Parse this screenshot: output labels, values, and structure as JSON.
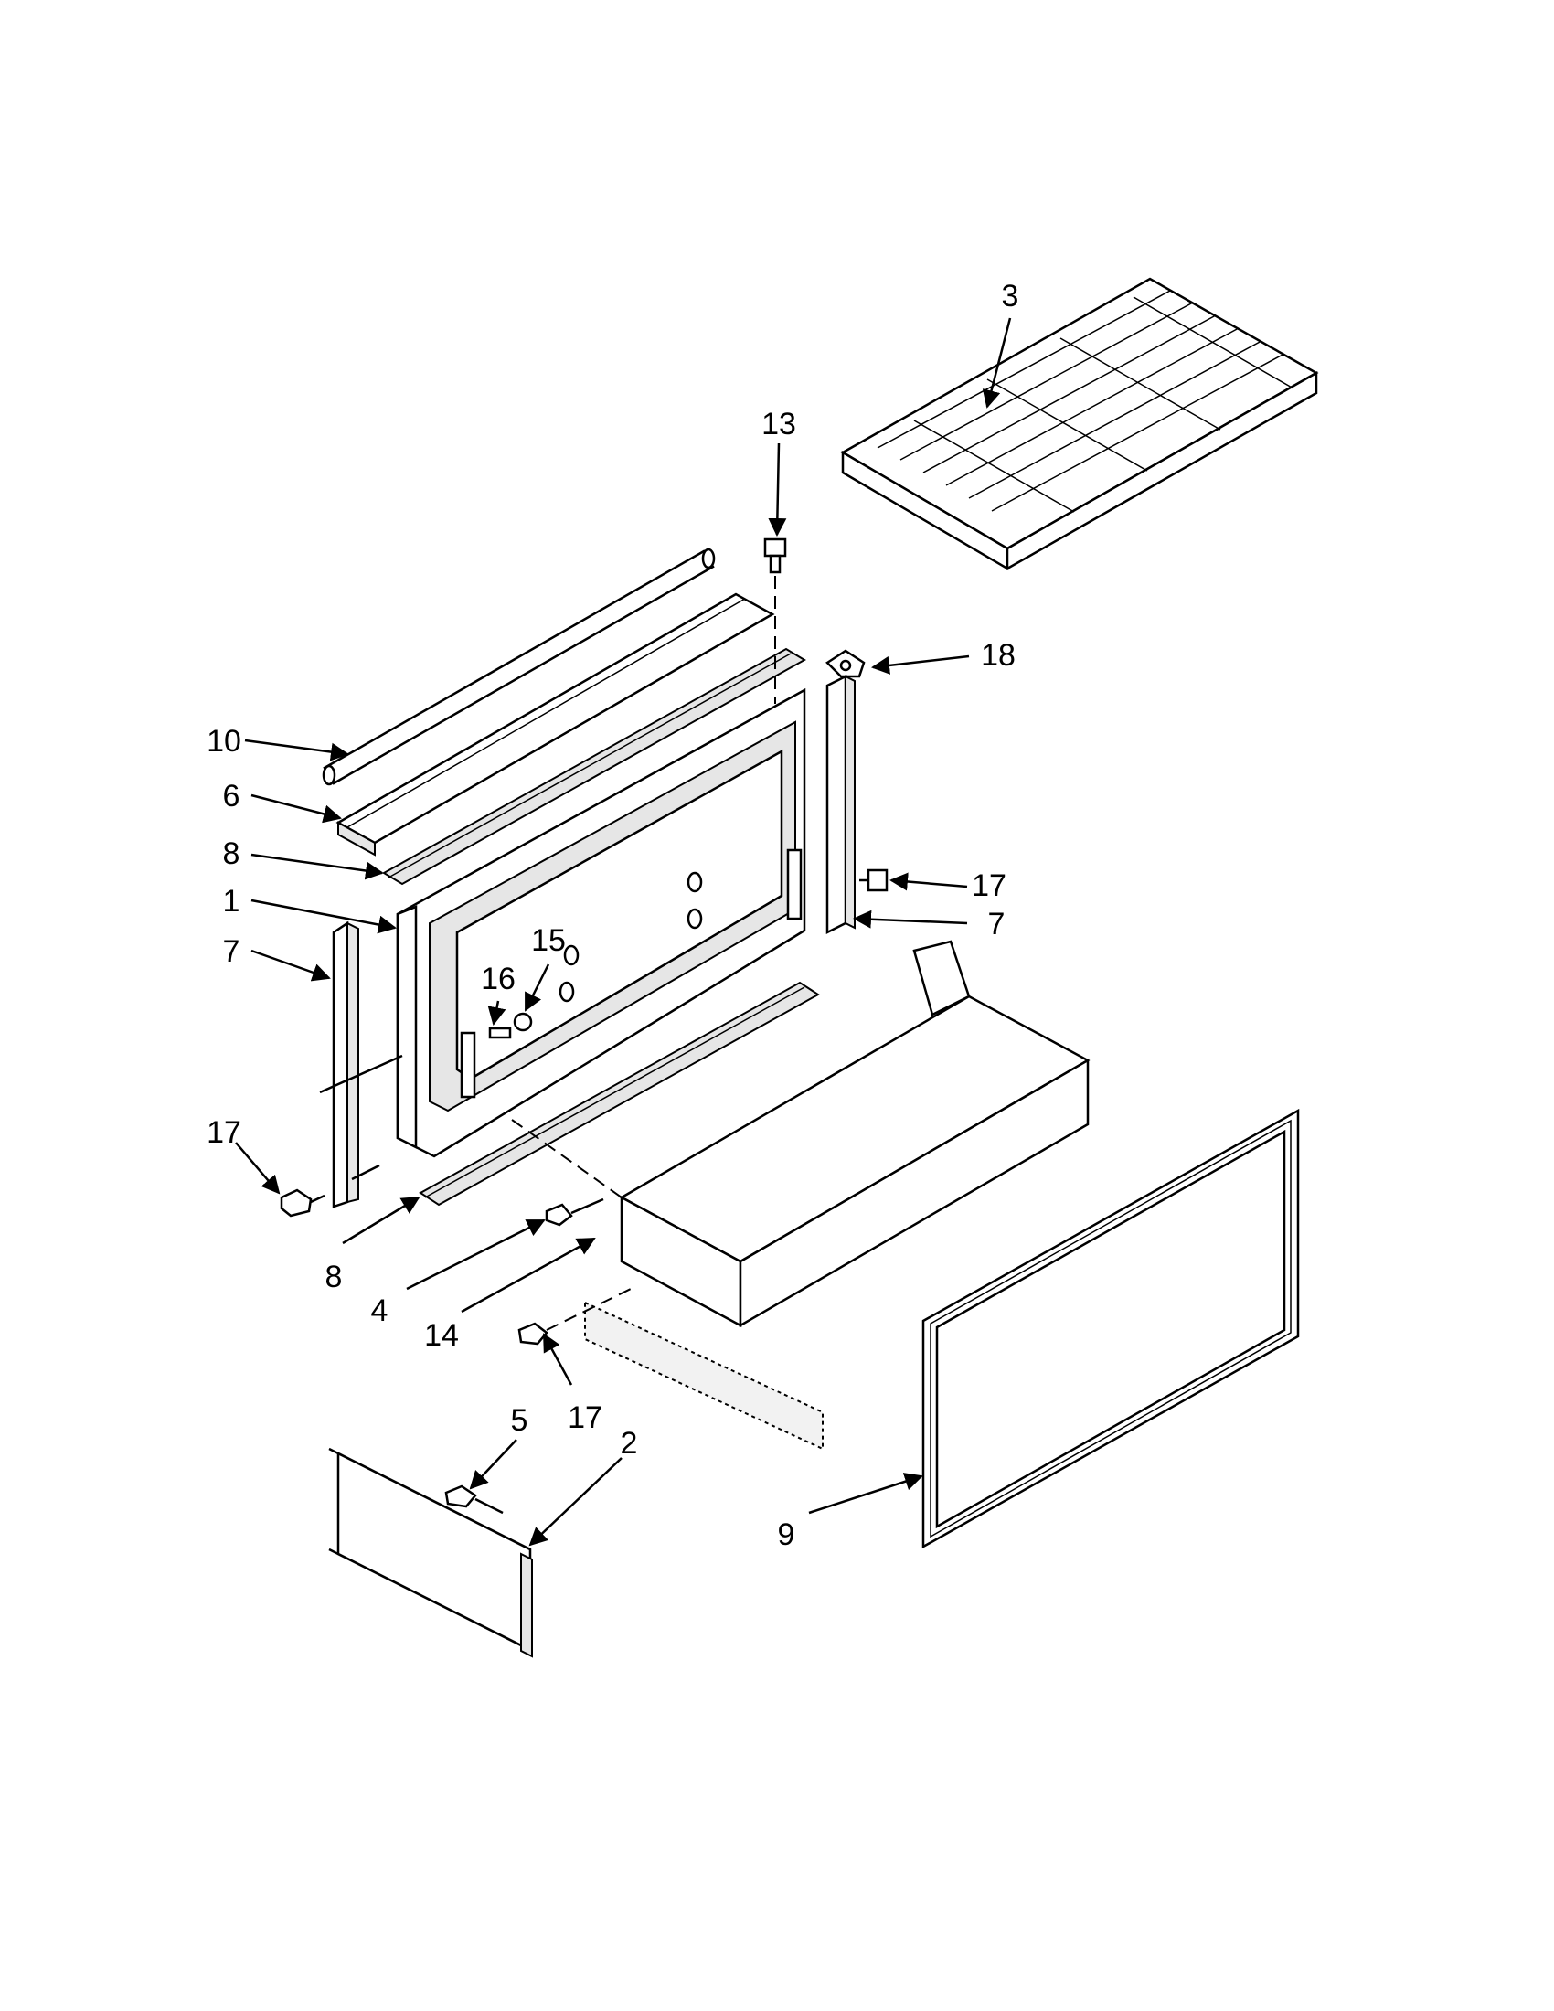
{
  "callouts": [
    {
      "id": "3",
      "text": "3"
    },
    {
      "id": "13",
      "text": "13"
    },
    {
      "id": "18",
      "text": "18"
    },
    {
      "id": "10",
      "text": "10"
    },
    {
      "id": "6",
      "text": "6"
    },
    {
      "id": "8a",
      "text": "8"
    },
    {
      "id": "1",
      "text": "1"
    },
    {
      "id": "7a",
      "text": "7"
    },
    {
      "id": "16",
      "text": "16"
    },
    {
      "id": "15",
      "text": "15"
    },
    {
      "id": "17a",
      "text": "17"
    },
    {
      "id": "7b",
      "text": "7"
    },
    {
      "id": "17b",
      "text": "17"
    },
    {
      "id": "8b",
      "text": "8"
    },
    {
      "id": "4",
      "text": "4"
    },
    {
      "id": "14",
      "text": "14"
    },
    {
      "id": "17c",
      "text": "17"
    },
    {
      "id": "5",
      "text": "5"
    },
    {
      "id": "2",
      "text": "2"
    },
    {
      "id": "9",
      "text": "9"
    }
  ],
  "parts": [
    {
      "name": "grille-shelf",
      "callout": "3"
    },
    {
      "name": "top-screw",
      "callout": "13"
    },
    {
      "name": "hinge-clip",
      "callout": "18"
    },
    {
      "name": "top-tube",
      "callout": "10"
    },
    {
      "name": "top-trim",
      "callout": "6"
    },
    {
      "name": "gasket-strip",
      "callout": "8"
    },
    {
      "name": "door-frame",
      "callout": "1"
    },
    {
      "name": "side-rail",
      "callout": "7"
    },
    {
      "name": "pin",
      "callout": "16"
    },
    {
      "name": "nut",
      "callout": "15"
    },
    {
      "name": "screw",
      "callout": "17"
    },
    {
      "name": "bottom-strip",
      "callout": "8"
    },
    {
      "name": "bolt",
      "callout": "4"
    },
    {
      "name": "drawer-bracket",
      "callout": "14"
    },
    {
      "name": "panel-screw",
      "callout": "5"
    },
    {
      "name": "front-panel",
      "callout": "2"
    },
    {
      "name": "door-gasket",
      "callout": "9"
    }
  ]
}
